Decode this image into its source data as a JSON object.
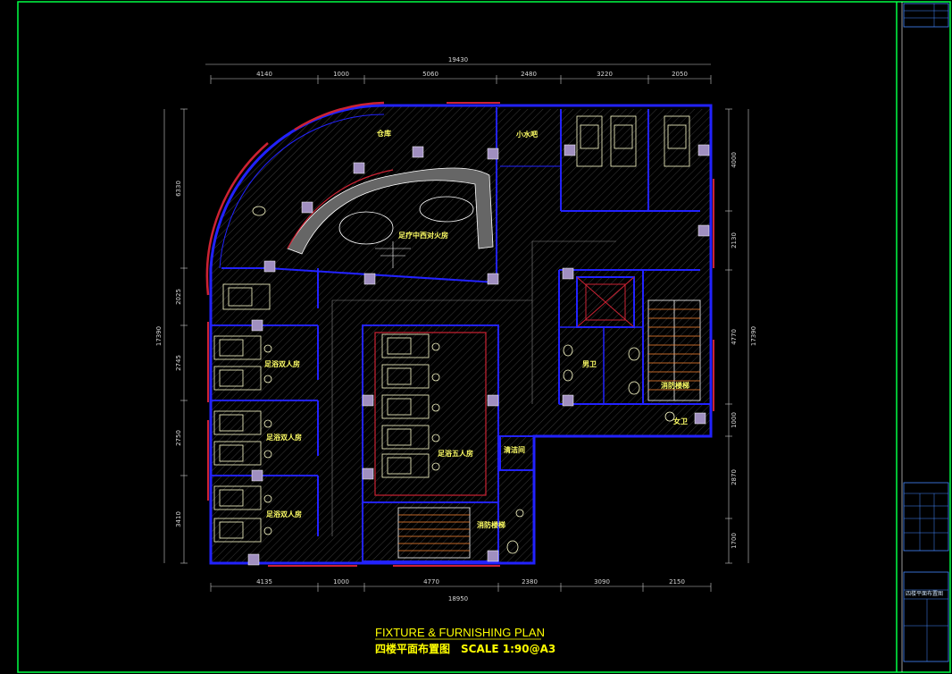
{
  "title": {
    "english": "FIXTURE & FURNISHING PLAN",
    "chinese": "四楼平面布置图",
    "scale": "SCALE 1:90@A3"
  },
  "dimensions": {
    "top_total": "19430",
    "top_segments": [
      "4140",
      "1000",
      "5060",
      "2480",
      "3220",
      "2050"
    ],
    "bottom_total": "18950",
    "bottom_segments": [
      "4135",
      "1000",
      "4770",
      "2380",
      "3090",
      "2150"
    ],
    "left_total": "17390",
    "left_segments": [
      "6330",
      "2025",
      "2745",
      "2750",
      "3410"
    ],
    "right_total": "17390",
    "right_segments": [
      "4000",
      "2130",
      "4770",
      "1000",
      "2870",
      "1700"
    ]
  },
  "rooms": {
    "storage": "仓库",
    "lounge": "足疗中西对火房",
    "bar": "小水吧",
    "double_room_1": "足浴双人房",
    "double_room_2": "足浴双人房",
    "double_room_3": "足浴双人房",
    "five_person_room": "足浴五人房",
    "restroom_male": "男卫",
    "restroom_female": "女卫",
    "fire_stair_1": "消防楼梯",
    "fire_stair_2": "消防楼梯",
    "cleaning": "清洁间"
  },
  "title_block": {
    "drawing_name": "四楼平面布置图"
  },
  "colors": {
    "wall": "#2222ff",
    "glass": "#cc2233",
    "furniture": "#ffffcc",
    "dimension": "#cccccc",
    "title": "#ffff00",
    "border": "#00ff00",
    "column": "#a08fc0"
  }
}
